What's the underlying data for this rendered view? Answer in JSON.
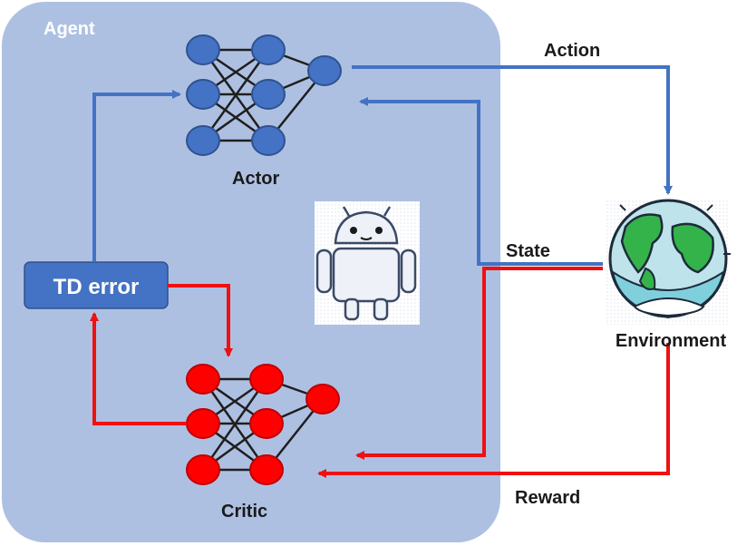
{
  "agent": {
    "label": "Agent"
  },
  "actor": {
    "label": "Actor"
  },
  "critic": {
    "label": "Critic"
  },
  "td_error": {
    "label": "TD error"
  },
  "environment": {
    "label": "Environment"
  },
  "arrows": {
    "action": "Action",
    "state": "State",
    "reward": "Reward"
  },
  "colors": {
    "agent_fill": "#aec0e2",
    "actor_node": "#4472c4",
    "critic_node": "#ff0000",
    "blue_arrow": "#4472c4",
    "red_arrow": "#ee1111",
    "td_box": "#4472c4"
  },
  "icons": {
    "robot": "android-robot-icon",
    "globe": "earth-globe-icon"
  }
}
